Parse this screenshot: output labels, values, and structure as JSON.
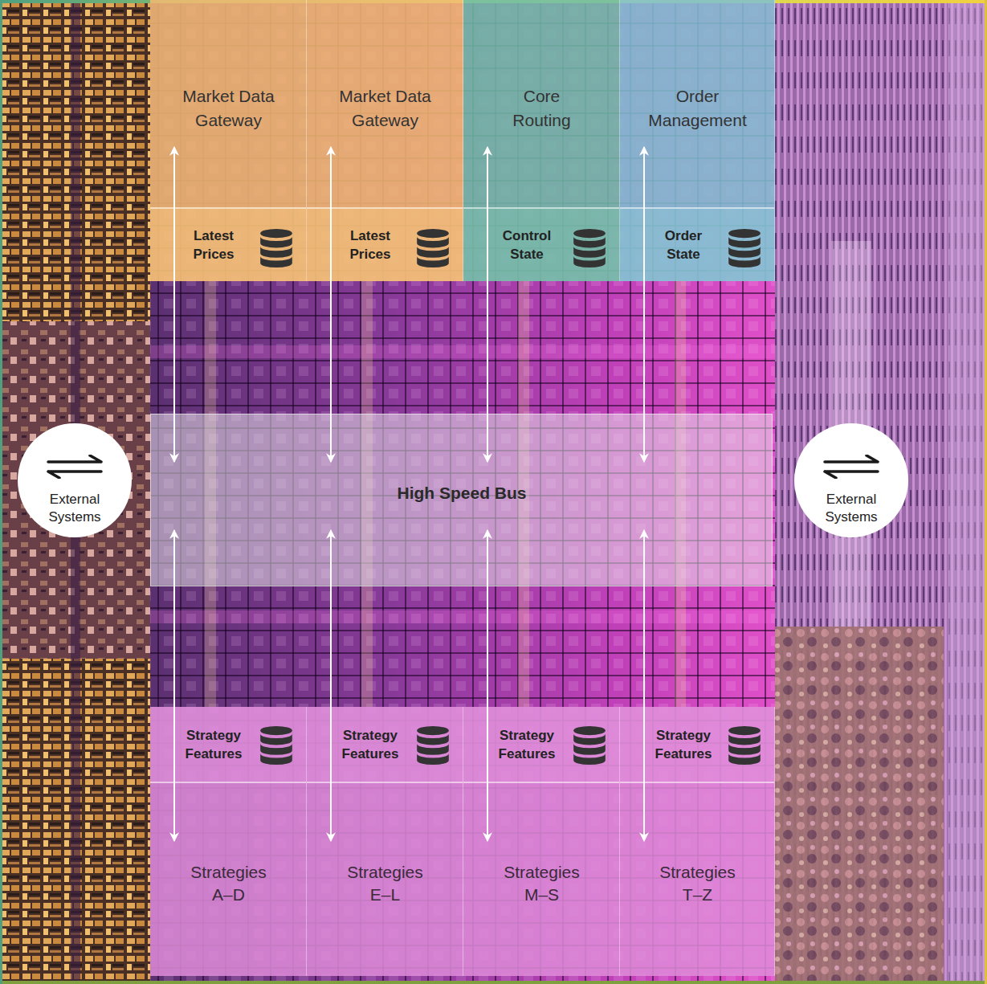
{
  "diagram": {
    "nodes": [
      {
        "text": [
          "Market Data Gateway"
        ]
      },
      {
        "text": [
          "Latest Prices"
        ],
        "in": 0
      },
      {
        "text": [
          "Market Data Gateway"
        ]
      },
      {
        "text": [
          "Latest Prices"
        ],
        "in": 2
      },
      {
        "text": [
          "Core Routing"
        ]
      },
      {
        "text": [
          "Control State"
        ],
        "in": 4
      },
      {
        "text": [
          "Order Management"
        ]
      },
      {
        "text": [
          "Order State"
        ],
        "in": 6
      },
      {
        "text": [
          "External Systems"
        ]
      },
      {
        "text": [
          "High Speed Bus"
        ]
      },
      {
        "text": [
          "External Systems"
        ]
      },
      {
        "text": [
          "Strategies A–D"
        ]
      },
      {
        "text": [
          "Strategy Features"
        ],
        "in": 11
      },
      {
        "text": [
          "Strategies E–L"
        ]
      },
      {
        "text": [
          "Strategy Features"
        ],
        "in": 13
      },
      {
        "text": [
          "Strategies M–S"
        ]
      },
      {
        "text": [
          "Strategy Features"
        ],
        "in": 15
      },
      {
        "text": [
          "Strategies T–Z"
        ]
      },
      {
        "text": [
          "Strategy Features"
        ],
        "in": 17
      }
    ],
    "edges": [
      {
        "from": 0,
        "to": 9,
        "arrow": "both"
      },
      {
        "from": 2,
        "to": 9,
        "arrow": "both"
      },
      {
        "from": 4,
        "to": 9,
        "arrow": "both"
      },
      {
        "from": 6,
        "to": 9,
        "arrow": "both"
      },
      {
        "from": 9,
        "to": 11,
        "arrow": "both"
      },
      {
        "from": 9,
        "to": 13,
        "arrow": "both"
      },
      {
        "from": 9,
        "to": 15,
        "arrow": "both"
      },
      {
        "from": 9,
        "to": 17,
        "arrow": "both"
      }
    ]
  }
}
